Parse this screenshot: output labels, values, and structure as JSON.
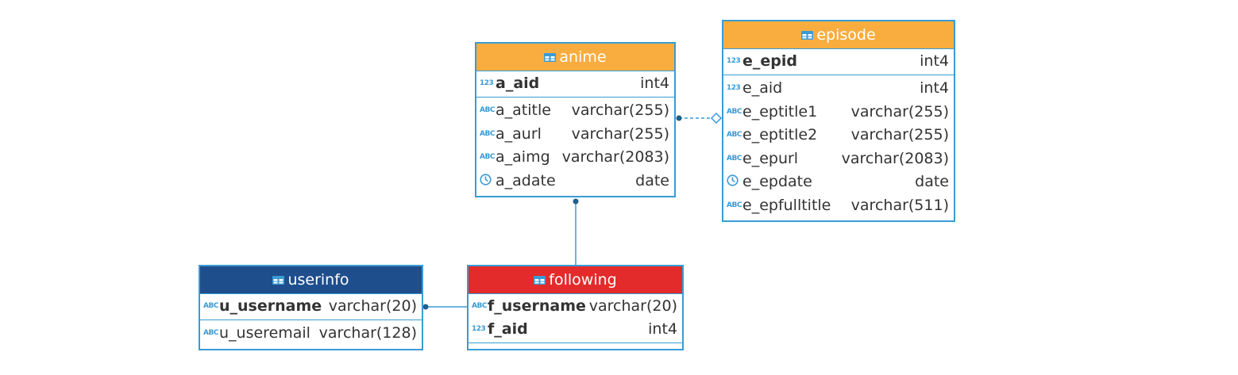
{
  "colors": {
    "border": "#3a9bd5",
    "header_anime": "#f9ad3e",
    "header_episode": "#f9ad3e",
    "header_userinfo": "#1f4e8c",
    "header_following": "#e32b2b"
  },
  "entities": {
    "anime": {
      "name": "anime",
      "pk": [
        {
          "icon": "123",
          "name": "a_aid",
          "type": "int4"
        }
      ],
      "cols": [
        {
          "icon": "ABC",
          "name": "a_atitle",
          "type": "varchar(255)"
        },
        {
          "icon": "ABC",
          "name": "a_aurl",
          "type": "varchar(255)"
        },
        {
          "icon": "ABC",
          "name": "a_aimg",
          "type": "varchar(2083)"
        },
        {
          "icon": "date-icon",
          "name": "a_adate",
          "type": "date"
        }
      ]
    },
    "episode": {
      "name": "episode",
      "pk": [
        {
          "icon": "123",
          "name": "e_epid",
          "type": "int4"
        }
      ],
      "cols": [
        {
          "icon": "123",
          "name": "e_aid",
          "type": "int4"
        },
        {
          "icon": "ABC",
          "name": "e_eptitle1",
          "type": "varchar(255)"
        },
        {
          "icon": "ABC",
          "name": "e_eptitle2",
          "type": "varchar(255)"
        },
        {
          "icon": "ABC",
          "name": "e_epurl",
          "type": "varchar(2083)"
        },
        {
          "icon": "date-icon",
          "name": "e_epdate",
          "type": "date"
        },
        {
          "icon": "ABC",
          "name": "e_epfulltitle",
          "type": "varchar(511)"
        }
      ]
    },
    "userinfo": {
      "name": "userinfo",
      "pk": [
        {
          "icon": "ABC",
          "name": "u_username",
          "type": "varchar(20)"
        }
      ],
      "cols": [
        {
          "icon": "ABC",
          "name": "u_useremail",
          "type": "varchar(128)"
        }
      ]
    },
    "following": {
      "name": "following",
      "pk": [
        {
          "icon": "ABC",
          "name": "f_username",
          "type": "varchar(20)"
        },
        {
          "icon": "123",
          "name": "f_aid",
          "type": "int4"
        }
      ],
      "cols": []
    }
  }
}
